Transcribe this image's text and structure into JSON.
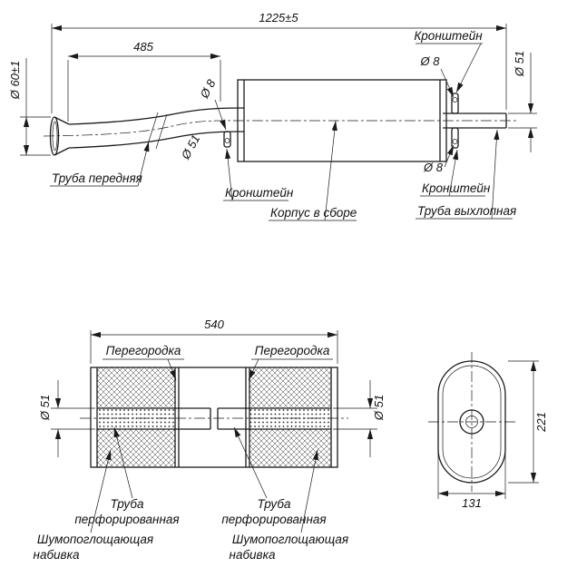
{
  "drawing": {
    "top_view": {
      "dims": {
        "overall_length": "1225±5",
        "front_pipe_length": "485",
        "inlet_diameter": "Ø 60±1",
        "front_pipe_diameter": "Ø 51",
        "front_bracket_hole": "Ø 8",
        "bracket_hole_top": "Ø 8",
        "bracket_hole_bottom": "Ø 8",
        "outlet_diameter": "Ø 51"
      },
      "labels": {
        "bracket_top": "Кронштейн",
        "front_pipe": "Труба передняя",
        "bracket_front": "Кронштейн",
        "body_assembly": "Корпус в сборе",
        "bracket_rear": "Кронштейн",
        "exhaust_pipe": "Труба выхлопная"
      }
    },
    "section_view": {
      "dims": {
        "body_length": "540",
        "pipe_diameter_left": "Ø 51",
        "pipe_diameter_right": "Ø 51"
      },
      "labels": {
        "partition_left": "Перегородка",
        "partition_right": "Перегородка",
        "perforated_pipe_left_line1": "Труба",
        "perforated_pipe_left_line2": "перфорированная",
        "perforated_pipe_right_line1": "Труба",
        "perforated_pipe_right_line2": "перфорированная",
        "padding_left_line1": "Шумопоглощающая",
        "padding_left_line2": "набивка",
        "padding_right_line1": "Шумопоглощающая",
        "padding_right_line2": "набивка"
      }
    },
    "end_view": {
      "dims": {
        "height": "221",
        "width": "131"
      }
    }
  }
}
